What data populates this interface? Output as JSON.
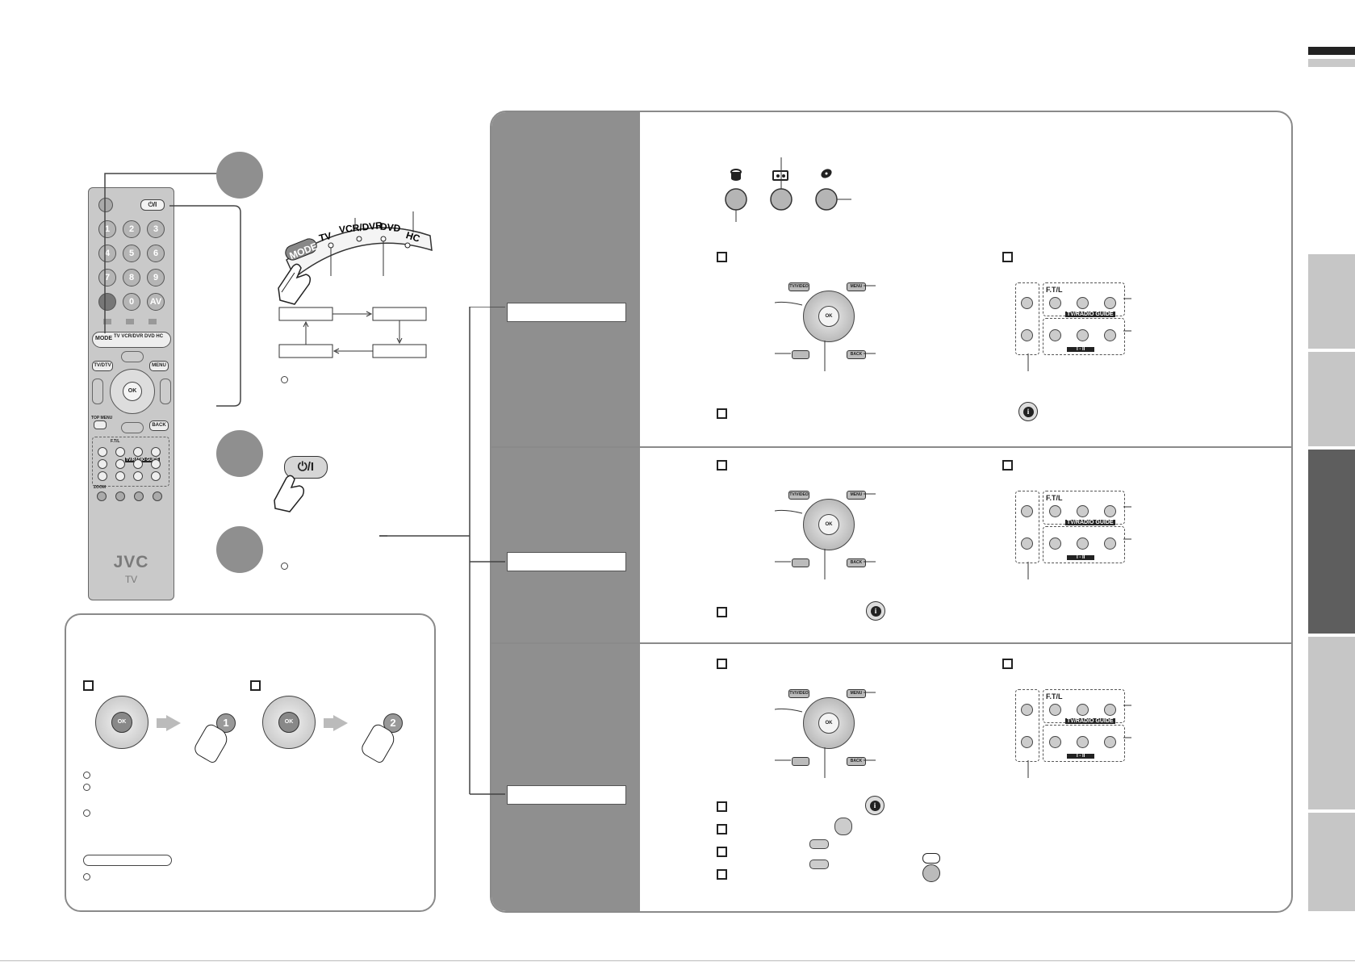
{
  "remote": {
    "brand": "JVC",
    "model": "TV",
    "power_label": "⏻/I",
    "numbers": [
      "1",
      "2",
      "3",
      "4",
      "5",
      "6",
      "7",
      "8",
      "9",
      "0",
      "AV"
    ],
    "mode_label": "MODE",
    "mode_devices": [
      "TV",
      "VCR/DVR",
      "DVD",
      "HC"
    ],
    "tv_dtv_label": "TV/DTV",
    "menu_label": "MENU",
    "ok_label": "OK",
    "back_label": "BACK",
    "top_menu_label": "TOP MENU",
    "ftl_label": "F.T/L",
    "tvradio_guide_label": "TV/RADIO GUIDE",
    "zoom_label": "ZOOM"
  },
  "mode_diagram": {
    "mode_label": "MODE",
    "devices": [
      "TV",
      "VCR/DVR",
      "DVD",
      "HC"
    ]
  },
  "power_button": {
    "label": "⏻/I"
  },
  "sections": [
    {
      "control": {
        "tvvideo": "TV/VIDEO",
        "menu": "MENU",
        "ok": "OK",
        "back": "BACK"
      },
      "playback": {
        "ftl": "F.T/L",
        "guide": "TV/RADIO GUIDE",
        "range": "I - II"
      }
    },
    {
      "control": {
        "tvvideo": "TV/VIDEO",
        "menu": "MENU",
        "ok": "OK",
        "back": "BACK"
      },
      "playback": {
        "ftl": "F.T/L",
        "guide": "TV/RADIO GUIDE",
        "range": "I - II"
      }
    },
    {
      "control": {
        "tvvideo": "TV/VIDEO",
        "menu": "MENU",
        "ok": "OK",
        "back": "BACK"
      },
      "playback": {
        "ftl": "F.T/L",
        "guide": "TV/RADIO GUIDE",
        "range": "I - II"
      }
    }
  ],
  "sequence": {
    "ok_label": "OK",
    "step_digits": [
      "1",
      "2"
    ]
  },
  "colors": {
    "panel_gray": "#8f8f8f",
    "side_tab_gray": "#bcbcbc",
    "side_tab_active": "#5e5e5e",
    "remote_body": "#c8c8c8"
  }
}
